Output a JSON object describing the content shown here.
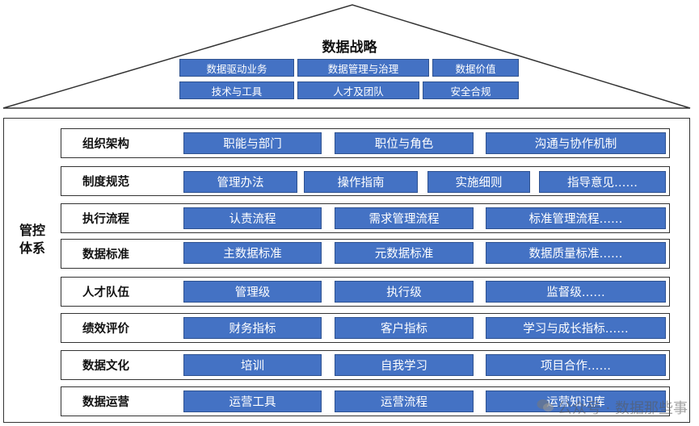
{
  "roof": {
    "title": "数据战略",
    "row1": [
      "数据驱动业务",
      "数据管理与治理",
      "数据价值"
    ],
    "row2": [
      "技术与工具",
      "人才及团队",
      "安全合规"
    ]
  },
  "system": {
    "title_line1": "管控",
    "title_line2": "体系",
    "rows": [
      {
        "label": "组织架构",
        "items": [
          "职能与部门",
          "职位与角色",
          "沟通与协作机制"
        ]
      },
      {
        "label": "制度规范",
        "items": [
          "管理办法",
          "操作指南",
          "实施细则",
          "指导意见……"
        ]
      },
      {
        "label": "执行流程",
        "items": [
          "认责流程",
          "需求管理流程",
          "标准管理流程……"
        ]
      },
      {
        "label": "数据标准",
        "items": [
          "主数据标准",
          "元数据标准",
          "数据质量标准……"
        ]
      },
      {
        "label": "人才队伍",
        "items": [
          "管理级",
          "执行级",
          "监督级……"
        ]
      },
      {
        "label": "绩效评价",
        "items": [
          "财务指标",
          "客户指标",
          "学习与成长指标……"
        ]
      },
      {
        "label": "数据文化",
        "items": [
          "培训",
          "自我学习",
          "项目合作……"
        ]
      },
      {
        "label": "数据运营",
        "items": [
          "运营工具",
          "运营流程",
          "运营知识库"
        ]
      }
    ]
  },
  "watermark": "公众号 · 数据那些事",
  "colors": {
    "box_fill": "#4472c4",
    "box_border": "#2f528f",
    "outline": "#333333"
  }
}
